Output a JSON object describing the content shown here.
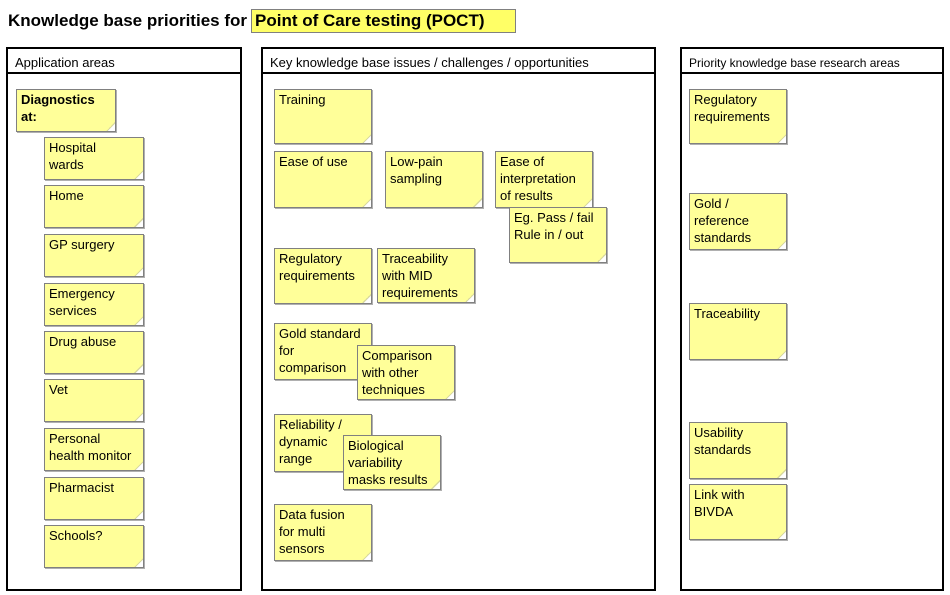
{
  "title": {
    "prefix": "Knowledge base priorities for",
    "highlight": "Point of Care testing (POCT)"
  },
  "panels": {
    "application": {
      "header": "Application areas"
    },
    "issues": {
      "header": "Key knowledge base issues / challenges / opportunities"
    },
    "research": {
      "header": "Priority knowledge base research areas"
    }
  },
  "application_notes": [
    "Diagnostics\nat:",
    "Hospital\nwards",
    "Home",
    "GP surgery",
    "Emergency\nservices",
    "Drug abuse",
    "Vet",
    "Personal\nhealth monitor",
    "Pharmacist",
    "Schools?"
  ],
  "issue_notes": [
    "Training",
    "Ease of use",
    "Low-pain\nsampling",
    "Ease of\ninterpretation\nof results",
    "Eg. Pass / fail\nRule in / out",
    "Regulatory\nrequirements",
    "Traceability\nwith MID\nrequirements",
    "Gold standard\nfor\ncomparison",
    "Comparison\nwith other\ntechniques",
    "Reliability /\ndynamic\nrange",
    "Biological\nvariability\nmasks results",
    "Data fusion\nfor multi\nsensors"
  ],
  "research_notes": [
    "Regulatory\nrequirements",
    "Gold /\nreference\nstandards",
    "Traceability",
    "Usability\nstandards",
    "Link with\nBIVDA"
  ]
}
